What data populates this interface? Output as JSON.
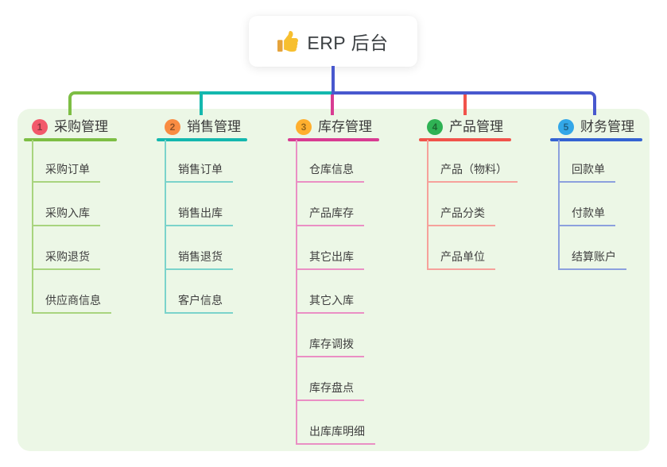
{
  "root": {
    "label": "ERP 后台",
    "icon": "thumbs-up-icon"
  },
  "connector_colors": {
    "root_link": "#4858CE"
  },
  "branches": [
    {
      "number": "1",
      "title": "采购管理",
      "badge_color": "#F2596B",
      "line_color": "#7DBE44",
      "child_line_color": "#A8D47E",
      "children": [
        "采购订单",
        "采购入库",
        "采购退货",
        "供应商信息"
      ]
    },
    {
      "number": "2",
      "title": "销售管理",
      "badge_color": "#F98C42",
      "line_color": "#14B8AE",
      "child_line_color": "#7BD3CB",
      "children": [
        "销售订单",
        "销售出库",
        "销售退货",
        "客户信息"
      ]
    },
    {
      "number": "3",
      "title": "库存管理",
      "badge_color": "#FFAF2E",
      "line_color": "#D83C92",
      "child_line_color": "#EA8FC4",
      "children": [
        "仓库信息",
        "产品库存",
        "其它出库",
        "其它入库",
        "库存调拨",
        "库存盘点",
        "出库库明细"
      ]
    },
    {
      "number": "4",
      "title": "产品管理",
      "badge_color": "#2FB254",
      "line_color": "#F1534B",
      "child_line_color": "#F6A19B",
      "children": [
        "产品（物料）",
        "产品分类",
        "产品单位"
      ]
    },
    {
      "number": "5",
      "title": "财务管理",
      "badge_color": "#33A7E8",
      "line_color": "#3463D2",
      "child_line_color": "#8CA0DE",
      "children": [
        "回款单",
        "付款单",
        "结算账户"
      ]
    }
  ]
}
